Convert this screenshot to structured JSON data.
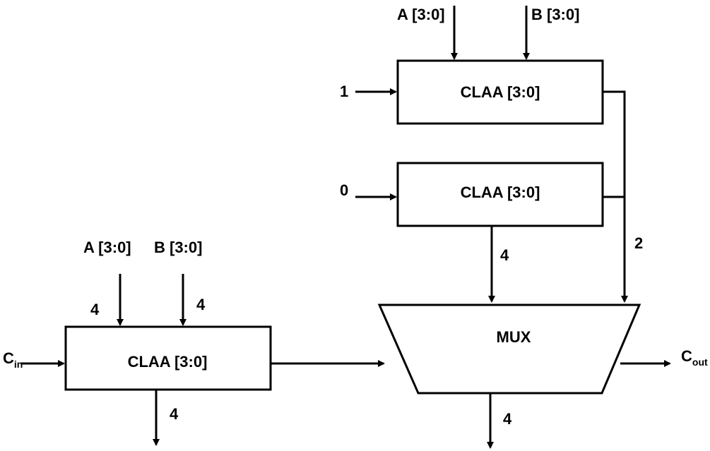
{
  "top_inputs": {
    "a": "A [3:0]",
    "b": "B [3:0]"
  },
  "bottom_inputs": {
    "a": "A [3:0]",
    "b": "B [3:0]"
  },
  "blocks": {
    "claa_top": "CLAA [3:0]",
    "claa_mid": "CLAA [3:0]",
    "claa_left": "CLAA [3:0]",
    "mux": "MUX"
  },
  "carry_inputs": {
    "top": "1",
    "mid": "0"
  },
  "cin": {
    "main": "C",
    "sub": "in"
  },
  "cout": {
    "main": "C",
    "sub": "out"
  },
  "bus_widths": {
    "left_a": "4",
    "left_b": "4",
    "left_out": "4",
    "mid_to_mux": "4",
    "carry_to_mux": "2",
    "mux_out": "4"
  },
  "colors": {
    "stroke": "#000000",
    "background": "#ffffff"
  }
}
